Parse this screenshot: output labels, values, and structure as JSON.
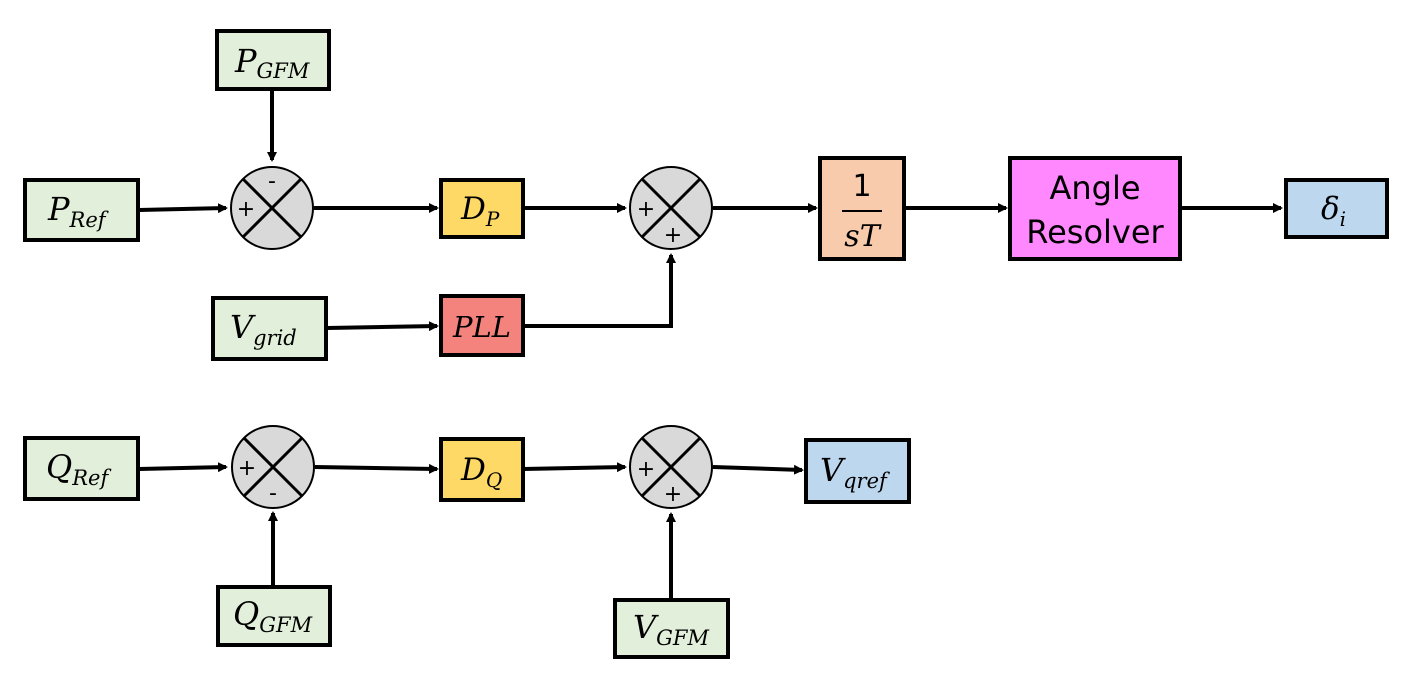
{
  "colors": {
    "input": "#e2efda",
    "gain": "#ffd966",
    "pll": "#f4837d",
    "integrator": "#f8cbad",
    "resolver": "#ff88ff",
    "output": "#bdd7ee",
    "summer": "#d9d9d9"
  },
  "blocks": {
    "p_gfm": {
      "main": "P",
      "sub": "GFM"
    },
    "p_ref": {
      "main": "P",
      "sub": "Ref"
    },
    "d_p": {
      "main": "D",
      "sub": "P"
    },
    "v_grid": {
      "main": "V",
      "sub": "grid"
    },
    "pll": {
      "label": "PLL"
    },
    "integrator": {
      "num": "1",
      "den": "sT"
    },
    "angle_resolver": {
      "line1": "Angle",
      "line2": "Resolver"
    },
    "delta_i": {
      "main": "δ",
      "sub": "i"
    },
    "q_ref": {
      "main": "Q",
      "sub": "Ref"
    },
    "q_gfm": {
      "main": "Q",
      "sub": "GFM"
    },
    "d_q": {
      "main": "D",
      "sub": "Q"
    },
    "v_gfm": {
      "main": "V",
      "sub": "GFM"
    },
    "v_qref": {
      "main": "V",
      "sub": "qref"
    }
  },
  "summers": {
    "s1": {
      "left": "+",
      "top": "-"
    },
    "s2": {
      "left": "+",
      "bottom": "+"
    },
    "s3": {
      "left": "+",
      "bottom": "-"
    },
    "s4": {
      "left": "+",
      "bottom": "+"
    }
  }
}
